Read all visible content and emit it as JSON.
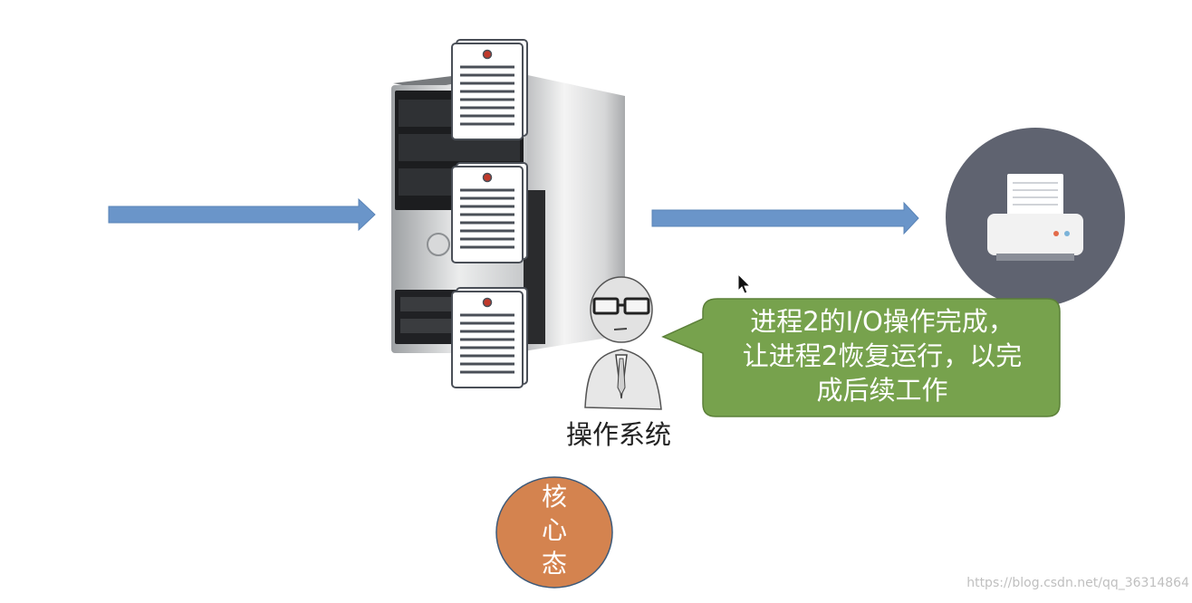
{
  "speech_bubble": {
    "lines": [
      "进程2的I/O操作完成，",
      "让进程2恢复运行，以完",
      "成后续工作"
    ],
    "fill_color": "#77a24d"
  },
  "os_label": "操作系统",
  "kernel_circle": {
    "chars": [
      "核",
      "心",
      "态"
    ],
    "fill_color": "#d4834f"
  },
  "arrow_color": "#6a95c9",
  "printer_circle_color": "#5f6370",
  "watermark": "https://blog.csdn.net/qq_36314864",
  "icons": [
    "server-tower-icon",
    "document-icon",
    "person-sketch-icon",
    "printer-icon",
    "mouse-cursor-icon",
    "arrow-right-icon"
  ]
}
